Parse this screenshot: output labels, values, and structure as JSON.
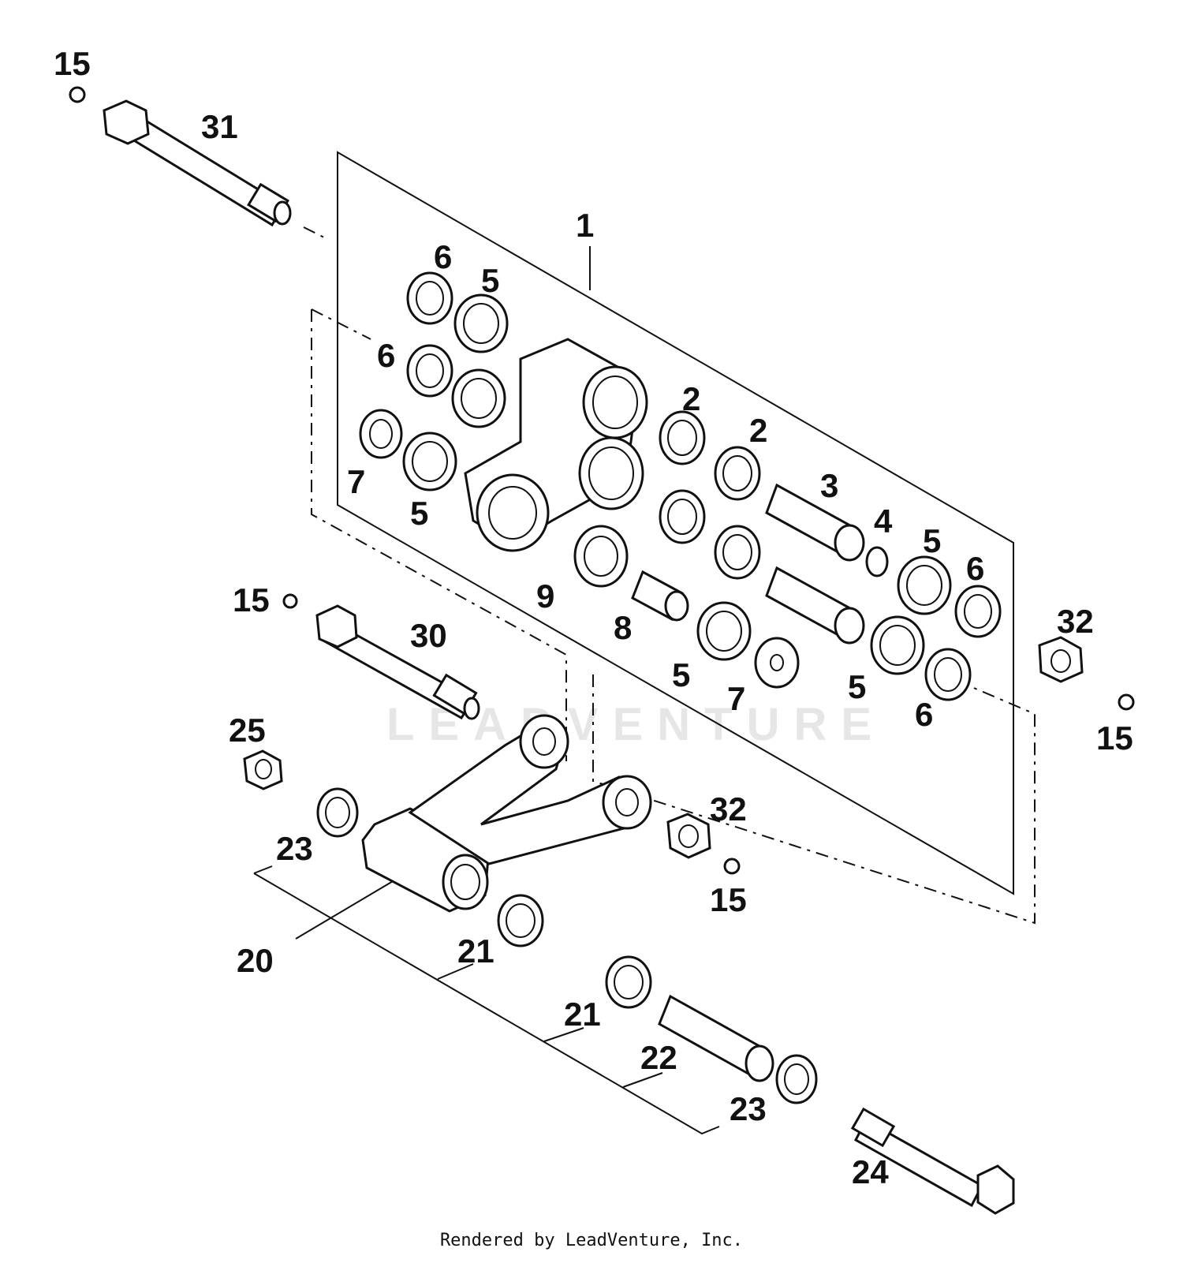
{
  "watermark": "LEADVENTURE",
  "footer_text": "Rendered by LeadVenture, Inc.",
  "callouts": [
    "15",
    "31",
    "1",
    "6",
    "5",
    "6",
    "7",
    "5",
    "2",
    "2",
    "3",
    "4",
    "5",
    "6",
    "9",
    "8",
    "5",
    "7",
    "5",
    "6",
    "32",
    "15",
    "15",
    "30",
    "25",
    "23",
    "32",
    "15",
    "20",
    "21",
    "21",
    "22",
    "23",
    "24"
  ]
}
